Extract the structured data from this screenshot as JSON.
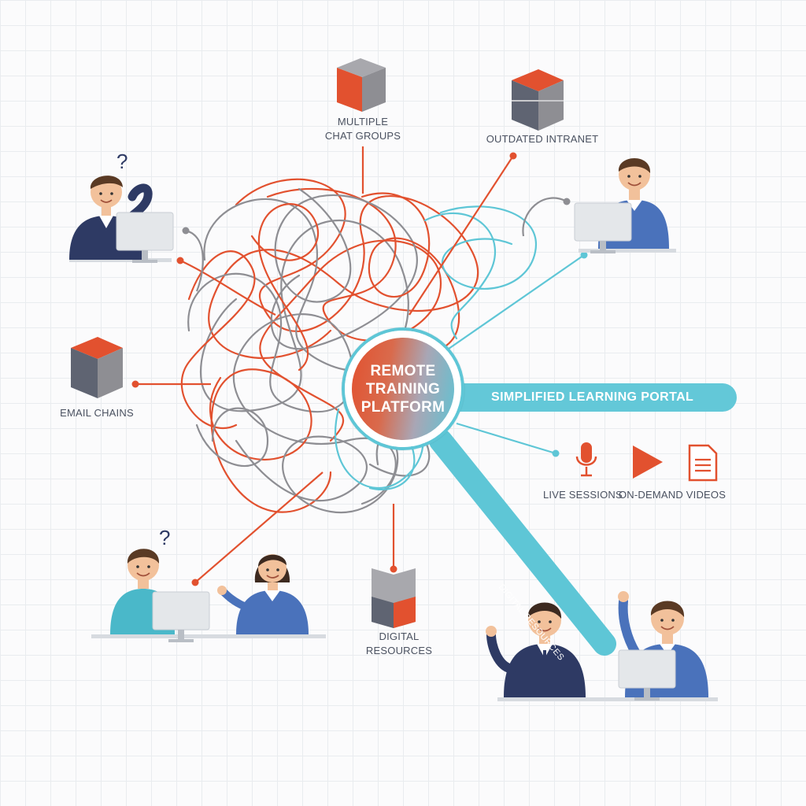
{
  "diagram": {
    "hub": {
      "line1": "REMOTE",
      "line2": "TRAINING",
      "line3": "PLATFORM"
    },
    "portal_label": "SIMPLIFIED LEARNING PORTAL",
    "diagonal_label": "DIGITAL RESOURCES",
    "labels": {
      "chat_groups": {
        "line1": "MULTIPLE",
        "line2": "CHAT GROUPS"
      },
      "intranet": "OUTDATED INTRANET",
      "email": "EMAIL CHAINS",
      "resources": {
        "line1": "DIGITAL",
        "line2": "RESOURCES"
      },
      "live": "LIVE SESSIONS",
      "videos": "ON-DEMAND VIDEOS"
    },
    "question_mark": "?",
    "icons": [
      "microphone-icon",
      "play-icon",
      "document-icon",
      "cube-icon"
    ],
    "colors": {
      "accent_red": "#e2512f",
      "accent_teal": "#5ec6d6",
      "tangle_gray": "#8e8e93",
      "navy": "#2e3a64",
      "blue": "#4a72bb"
    }
  }
}
